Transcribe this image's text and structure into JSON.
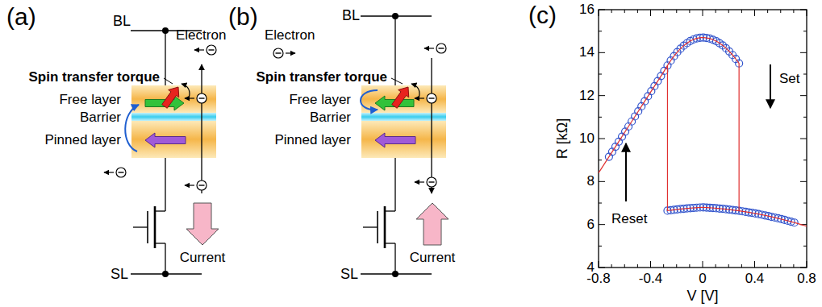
{
  "diagram": {
    "labels": [
      "(a)",
      "BL",
      "Spin transfer torque",
      "Electron",
      "Free layer",
      "Barrier",
      "Pinned layer",
      "Current",
      "SL",
      "(b)",
      "BL",
      "Electron",
      "Spin transfer torque",
      "Free layer",
      "Barrier",
      "Pinned layer",
      "Current",
      "SL",
      "(c)",
      "16",
      "14",
      "12",
      "10",
      "8",
      "6",
      "4",
      "-0.8",
      "-0.4",
      "0",
      "0.4",
      "0.8",
      "R [kΩ]",
      "V [V]",
      "Reset",
      "Set"
    ]
  }
}
